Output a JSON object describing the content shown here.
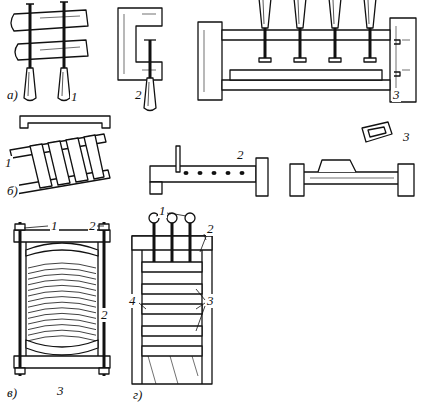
{
  "diagram": {
    "labels": [
      "а)",
      "1",
      "2",
      "3",
      "1",
      "б)",
      "2",
      "3",
      "1",
      "2",
      "2",
      "3",
      "в)",
      "1",
      "2",
      "3",
      "4",
      "г)"
    ]
  }
}
